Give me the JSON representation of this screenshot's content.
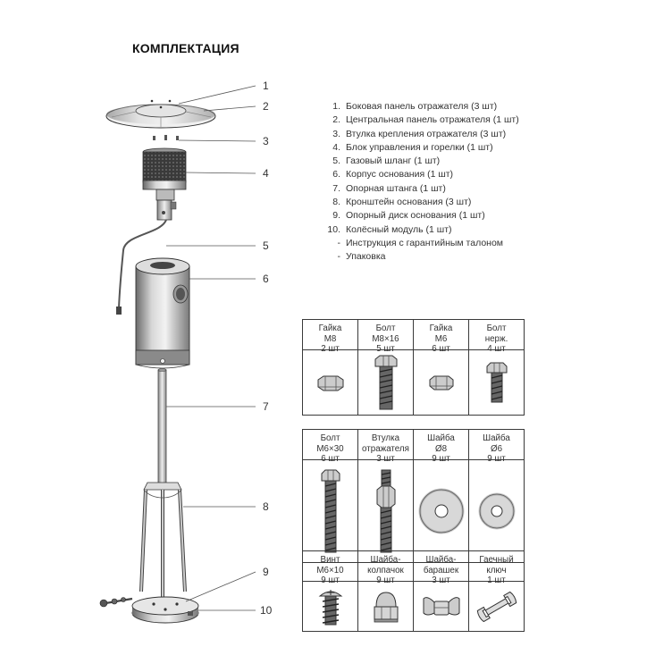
{
  "title": "КОМПЛЕКТАЦИЯ",
  "callouts": [
    "1",
    "2",
    "3",
    "4",
    "5",
    "6",
    "7",
    "8",
    "9",
    "10"
  ],
  "parts": [
    {
      "num": "1.",
      "text": "Боковая панель отражателя (3 шт)"
    },
    {
      "num": "2.",
      "text": "Центральная панель отражателя (1 шт)"
    },
    {
      "num": "3.",
      "text": "Втулка крепления отражателя (3 шт)"
    },
    {
      "num": "4.",
      "text": "Блок управления и горелки (1 шт)"
    },
    {
      "num": "5.",
      "text": "Газовый шланг (1 шт)"
    },
    {
      "num": "6.",
      "text": "Корпус основания (1 шт)"
    },
    {
      "num": "7.",
      "text": "Опорная штанга (1 шт)"
    },
    {
      "num": "8.",
      "text": "Кронштейн основания (3 шт)"
    },
    {
      "num": "9.",
      "text": "Опорный диск основания (1 шт)"
    },
    {
      "num": "10.",
      "text": "Колёсный модуль (1 шт)"
    },
    {
      "num": "-",
      "text": "Инструкция с гарантийным талоном"
    },
    {
      "num": "-",
      "text": "Упаковка"
    }
  ],
  "hardware": [
    [
      {
        "name": "Гайка",
        "size": "M8",
        "qty": "2 шт",
        "icon": "hex-nut-icon"
      },
      {
        "name": "Болт",
        "size": "M8×16",
        "qty": "5 шт",
        "icon": "bolt-icon"
      },
      {
        "name": "Гайка",
        "size": "M6",
        "qty": "6 шт",
        "icon": "hex-nut-icon"
      },
      {
        "name": "Болт",
        "size": "нерж.",
        "qty": "4 шт",
        "icon": "bolt-icon"
      }
    ],
    [
      {
        "name": "Болт",
        "size": "M6×30",
        "qty": "6 шт",
        "icon": "long-bolt-icon"
      },
      {
        "name": "Втулка",
        "size": "отражателя",
        "qty": "3 шт",
        "icon": "reflector-bushing-icon"
      },
      {
        "name": "Шайба",
        "size": "Ø8",
        "qty": "9 шт",
        "icon": "washer-icon"
      },
      {
        "name": "Шайба",
        "size": "Ø6",
        "qty": "9 шт",
        "icon": "washer-icon"
      }
    ],
    [
      {
        "name": "Винт",
        "size": "M6×10",
        "qty": "9 шт",
        "icon": "screw-icon"
      },
      {
        "name": "Шайба-",
        "size": "колпачок",
        "qty": "9 шт",
        "icon": "cap-nut-icon"
      },
      {
        "name": "Шайба-",
        "size": "барашек",
        "qty": "3 шт",
        "icon": "wing-nut-icon"
      },
      {
        "name": "Гаечный",
        "size": "ключ",
        "qty": "1 шт",
        "icon": "wrench-icon"
      }
    ]
  ]
}
